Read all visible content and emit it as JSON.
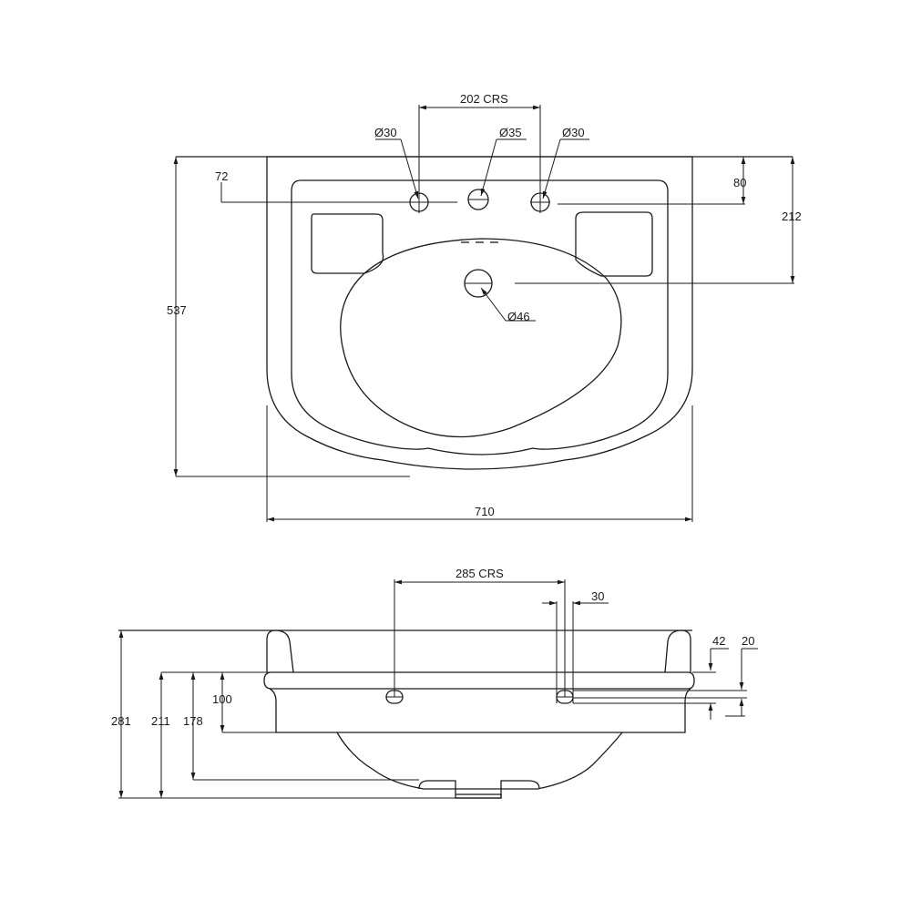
{
  "plan_view": {
    "tap_hole_centres": "202 CRS",
    "left_tap_hole": "Ø30",
    "centre_tap_hole": "Ø35",
    "right_tap_hole": "Ø30",
    "waste_hole": "Ø46",
    "tap_hole_setback": "72",
    "rim_depth": "80",
    "waste_setback": "212",
    "overall_depth": "537",
    "overall_width": "710"
  },
  "side_view": {
    "overflow_centres": "285 CRS",
    "wall_thickness": "30",
    "rim_drop": "42",
    "lip_height": "20",
    "front_height": "100",
    "bowl_height": "178",
    "body_height": "211",
    "overall_height": "281"
  },
  "colors": {
    "line": "#1a1a1a",
    "background": "#ffffff"
  }
}
